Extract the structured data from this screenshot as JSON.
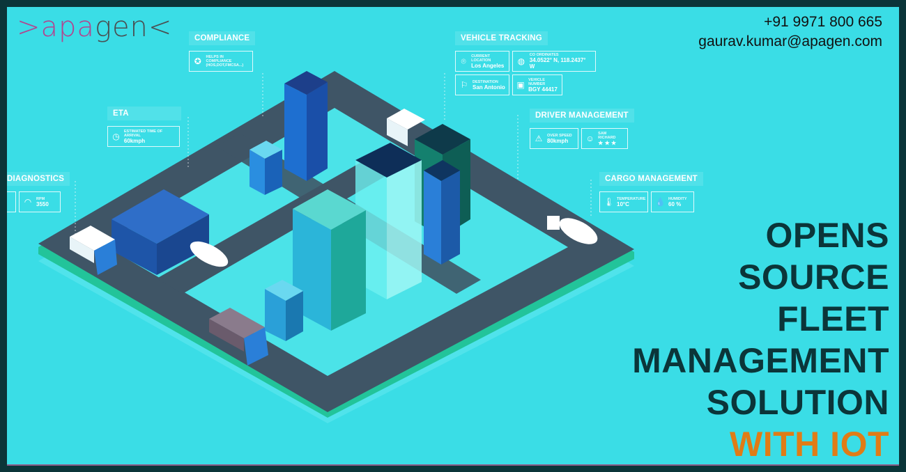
{
  "brand": {
    "logo_prefix": ">apa",
    "logo_suffix": "gen<",
    "logo_colors": {
      "prefix": "#b2448f",
      "suffix": "#4a4f52"
    }
  },
  "contact": {
    "phone": "+91 9971 800 665",
    "email": "gaurav.kumar@apagen.com"
  },
  "headline": {
    "lines": [
      "OPENS",
      "SOURCE",
      "FLEET",
      "MANAGEMENT",
      "SOLUTION"
    ],
    "accent_line": "WITH IOT",
    "color": "#0b3539",
    "accent_color": "#e07c16"
  },
  "background_color": "#3adde6",
  "panels": {
    "compliance": {
      "title": "COMPLIANCE",
      "cards": [
        {
          "icon": "badge-icon",
          "label": "Helps in compliance",
          "value": "(HOS,DOT,FMCSA...)"
        }
      ]
    },
    "eta": {
      "title": "ETA",
      "cards": [
        {
          "icon": "clock-icon",
          "label": "Estimated time of arrival",
          "value": "60kmph"
        }
      ]
    },
    "diagnostics": {
      "title": "DIAGNOSTICS",
      "cards": [
        {
          "icon": "gauge-icon",
          "label": "RPM",
          "value": "3550"
        }
      ]
    },
    "vehicle_tracking": {
      "title": "VEHICLE TRACKING",
      "cards": [
        {
          "icon": "location-pin-icon",
          "label": "Current location",
          "value": "Los Angeles"
        },
        {
          "icon": "globe-icon",
          "label": "Co ordinates",
          "value": "34.0522° N, 118.2437° W"
        },
        {
          "icon": "destination-icon",
          "label": "Destination",
          "value": "San Antonio"
        },
        {
          "icon": "bus-icon",
          "label": "Vehicle number",
          "value": "BGY 44417"
        }
      ]
    },
    "driver_management": {
      "title": "DRIVER MANAGEMENT",
      "cards": [
        {
          "icon": "warning-icon",
          "label": "Over speed",
          "value": "80kmph"
        },
        {
          "icon": "driver-icon",
          "label": "Sam Richard",
          "value": "★ ★ ★"
        }
      ]
    },
    "cargo_management": {
      "title": "CARGO MANAGEMENT",
      "cards": [
        {
          "icon": "thermometer-icon",
          "label": "Temperature",
          "value": "10°C"
        },
        {
          "icon": "humidity-icon",
          "label": "Humidity",
          "value": "60 %"
        }
      ]
    }
  }
}
